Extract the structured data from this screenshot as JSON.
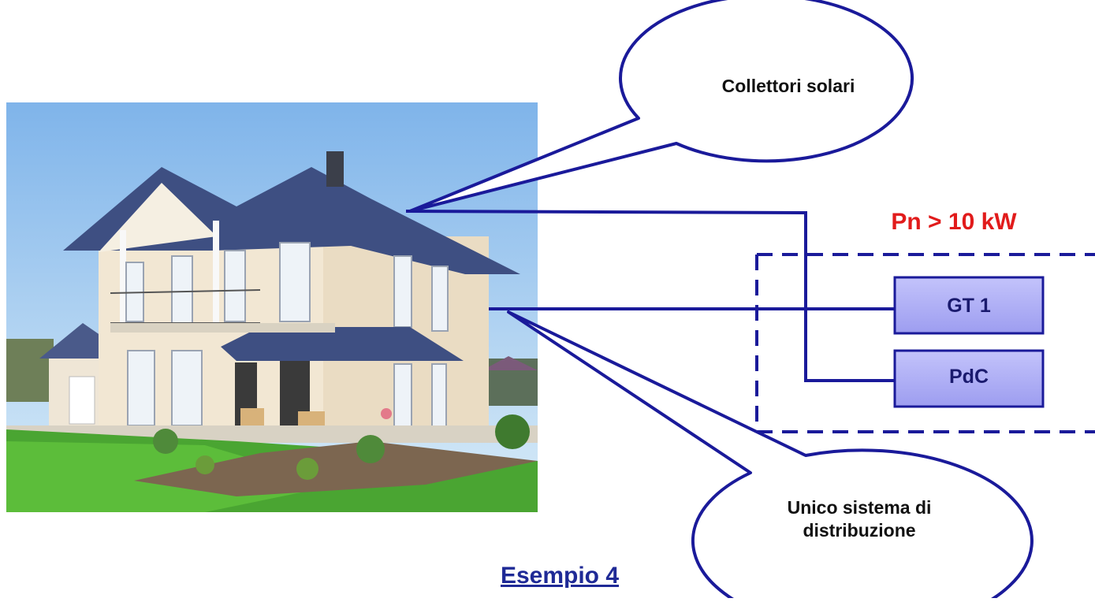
{
  "labels": {
    "callout_top": "Collettori solari",
    "callout_bottom_line1": "Unico sistema di",
    "callout_bottom_line2": "distribuzione",
    "power": "Pn > 10 kW",
    "box_gt1": "GT 1",
    "box_pdc": "PdC",
    "example_title": "Esempio 4"
  },
  "colors": {
    "line": "#1a1a9a",
    "power_text": "#e11b1b",
    "box_fill": "#a9a9f5",
    "box_text": "#1a1a6e",
    "title": "#1f2a96"
  },
  "icons": {
    "house_photo": "house-photo-illustration"
  }
}
